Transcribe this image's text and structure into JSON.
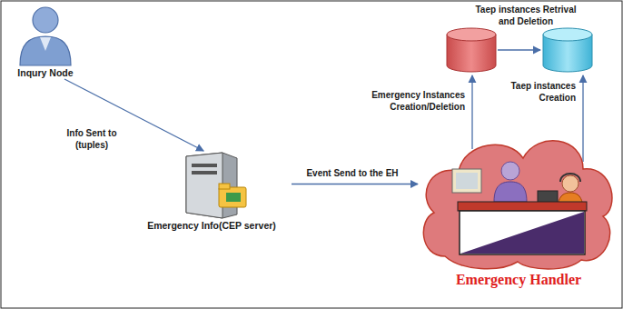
{
  "diagram": {
    "nodes": [
      {
        "text": [
          "Inqury Node"
        ]
      },
      {
        "text": [
          "Emergency Info(CEP server)"
        ]
      },
      {
        "text": [
          "Emergency Handler"
        ]
      }
    ],
    "edges": [
      {
        "from": 0,
        "to": 1,
        "label": "Info Sent to (tuples)",
        "arrow": "to"
      },
      {
        "from": 1,
        "to": 2,
        "label": "Event Send to the EH",
        "arrow": "to"
      }
    ],
    "labels": [
      "Taep instances Retrival and Deletion",
      "Emergency Instances Creation/Deletion",
      "Taep instances Creation"
    ]
  }
}
